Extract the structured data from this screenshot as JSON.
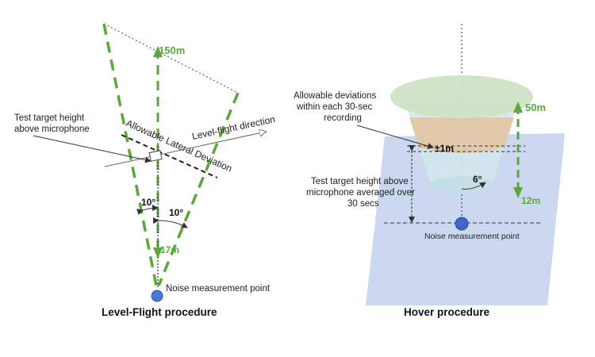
{
  "level_flight": {
    "caption": "Level-Flight procedure",
    "label_150m": "150m",
    "label_17m": "17m",
    "label_10deg_left": "10°",
    "label_10deg_right": "10°",
    "test_target_line1": "Test target height",
    "test_target_line2": "above microphone",
    "allowable_lateral": "Allowable Lateral Deviation",
    "level_flight_direction": "Level-flight direction",
    "noise_point": "Noise measurement point",
    "colors": {
      "green": "#5aa83c",
      "marker": "#4a78d4"
    }
  },
  "hover": {
    "caption": "Hover procedure",
    "dev_line1": "Allowable deviations",
    "dev_line2": "within each 30-sec",
    "dev_line3": "recording",
    "label_pm1m": "±1m",
    "label_50m": "50m",
    "label_6deg": "6°",
    "label_12m": "12m",
    "target_line1": "Test target height above",
    "target_line2": "microphone averaged over",
    "target_line3": "30 secs",
    "noise_point": "Noise measurement point",
    "colors": {
      "plane": "#c9d6ee",
      "top": "#cfe3c4",
      "band": "#e2c7a6",
      "cone": "#d5e8ec",
      "marker": "#3f66c8"
    }
  }
}
